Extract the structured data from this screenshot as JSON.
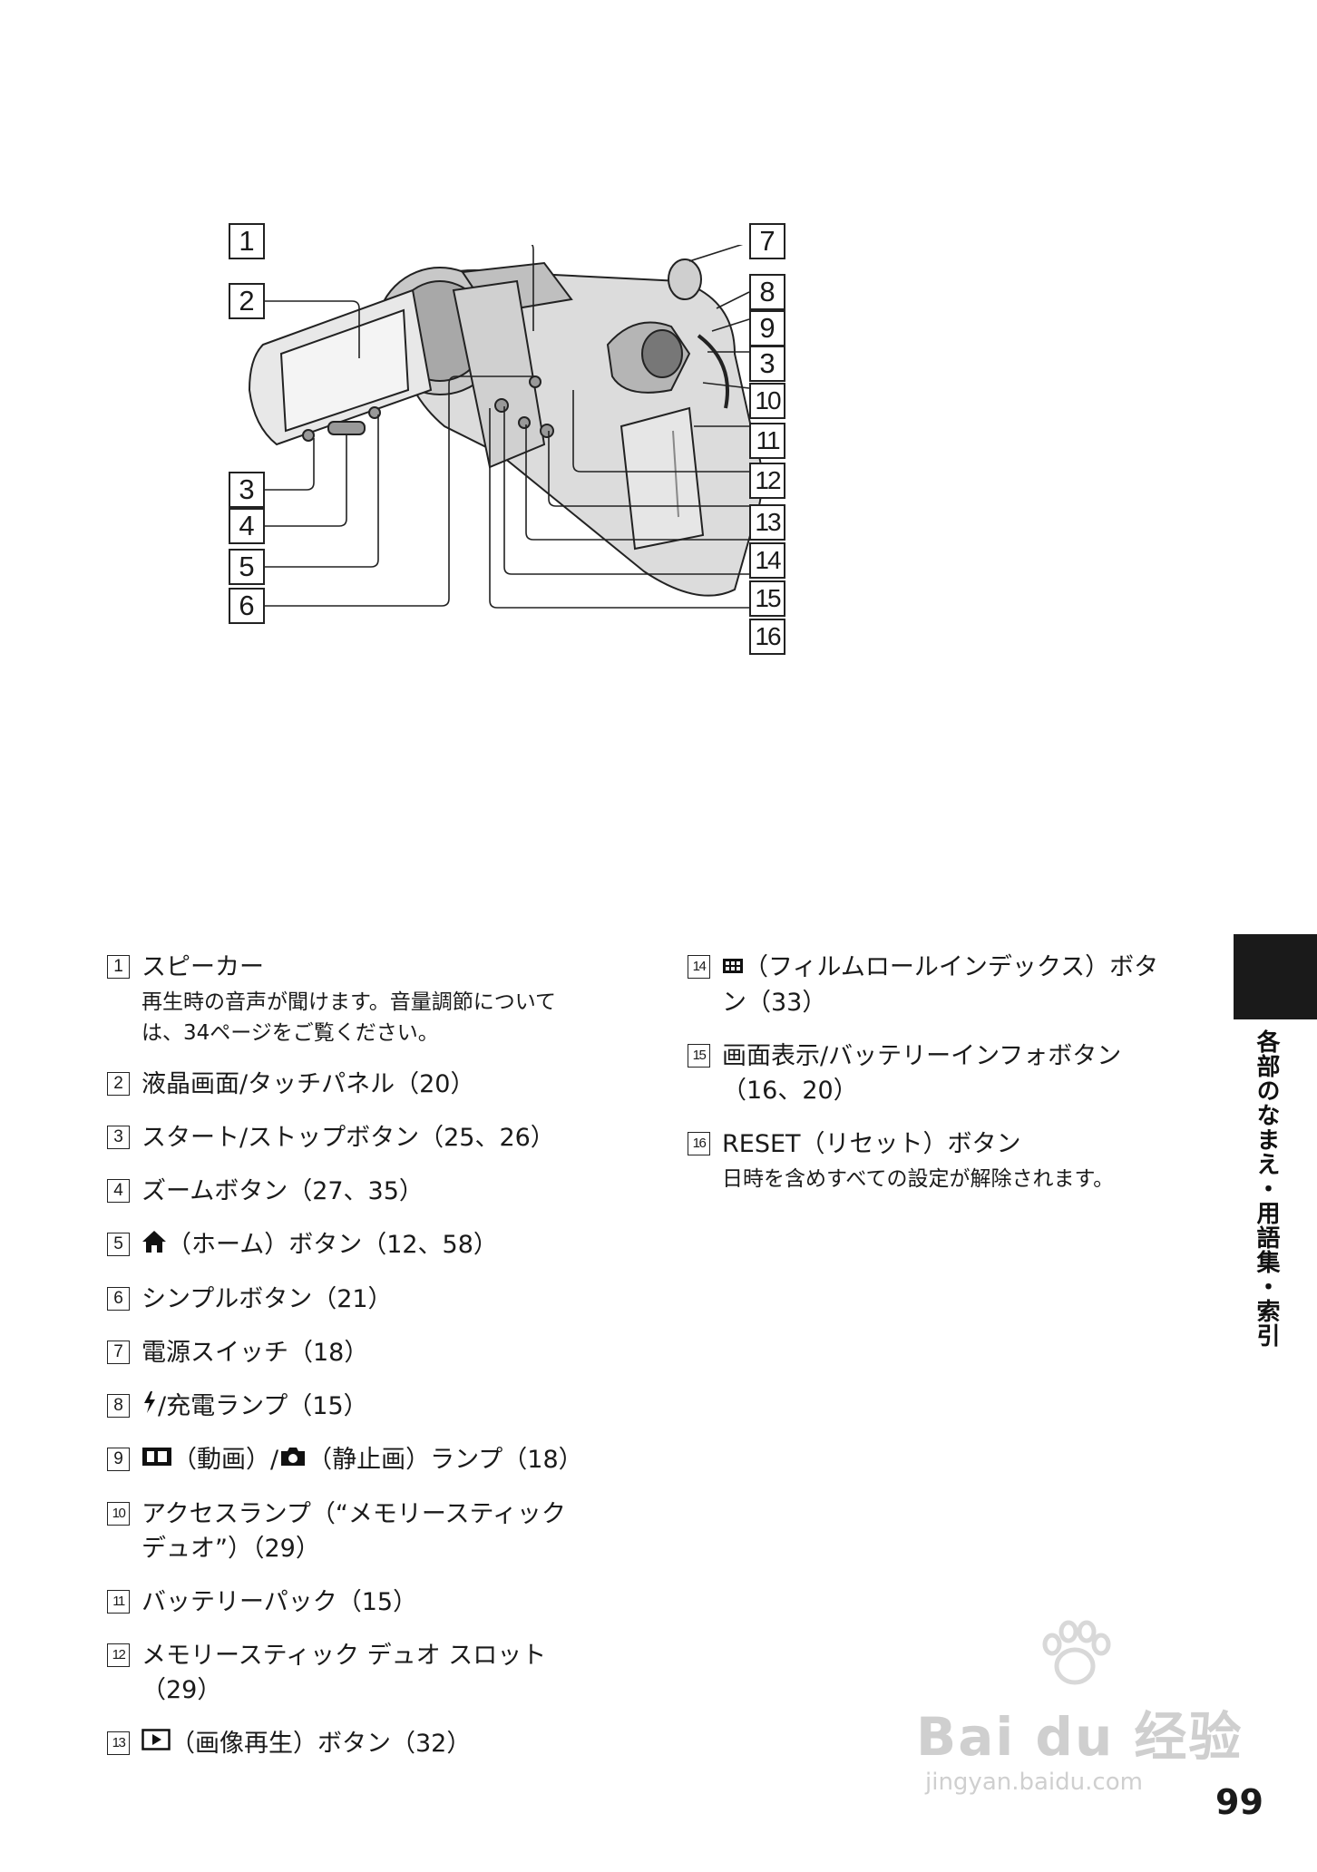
{
  "figure": {
    "callouts": [
      "1",
      "2",
      "3",
      "4",
      "5",
      "6",
      "7",
      "8",
      "9",
      "3",
      "10",
      "11",
      "12",
      "13",
      "14",
      "15",
      "16"
    ]
  },
  "legend": {
    "items": [
      {
        "num": "1",
        "label": "スピーカー",
        "desc": "再生時の音声が聞けます。音量調節については、34ページをご覧ください。"
      },
      {
        "num": "2",
        "label": "液晶画面/タッチパネル（20）"
      },
      {
        "num": "3",
        "label": "スタート/ストップボタン（25、26）"
      },
      {
        "num": "4",
        "label": "ズームボタン（27、35）"
      },
      {
        "num": "5",
        "label": "（ホーム）ボタン（12、58）",
        "icon": "home-icon"
      },
      {
        "num": "6",
        "label": "シンプルボタン（21）"
      },
      {
        "num": "7",
        "label": "電源スイッチ（18）"
      },
      {
        "num": "8",
        "label": "/充電ランプ（15）",
        "icon": "flash-icon"
      },
      {
        "num": "9",
        "label_a": "（動画）/",
        "label_b": "（静止画）ランプ（18）",
        "icon_a": "movie-icon",
        "icon_b": "camera-icon"
      },
      {
        "num": "10",
        "label": "アクセスランプ（“メモリースティック デュオ”）（29）"
      },
      {
        "num": "11",
        "label": "バッテリーパック（15）"
      },
      {
        "num": "12",
        "label": "メモリースティック デュオ スロット（29）"
      },
      {
        "num": "13",
        "label": "（画像再生）ボタン（32）",
        "icon": "play-icon"
      },
      {
        "num": "14",
        "label": "（フィルムロールインデックス）ボタン（33）",
        "icon": "film-roll-icon"
      },
      {
        "num": "15",
        "label": "画面表示/バッテリーインフォボタン（16、20）"
      },
      {
        "num": "16",
        "label": "RESET（リセット）ボタン",
        "desc": "日時を含めすべての設定が解除されます。"
      }
    ]
  },
  "side_tab": {
    "text": "各部のなまえ・用語集・索引"
  },
  "page_number": "99",
  "watermark": {
    "brand": "Bai du 经验",
    "url": "jingyan.baidu.com"
  }
}
